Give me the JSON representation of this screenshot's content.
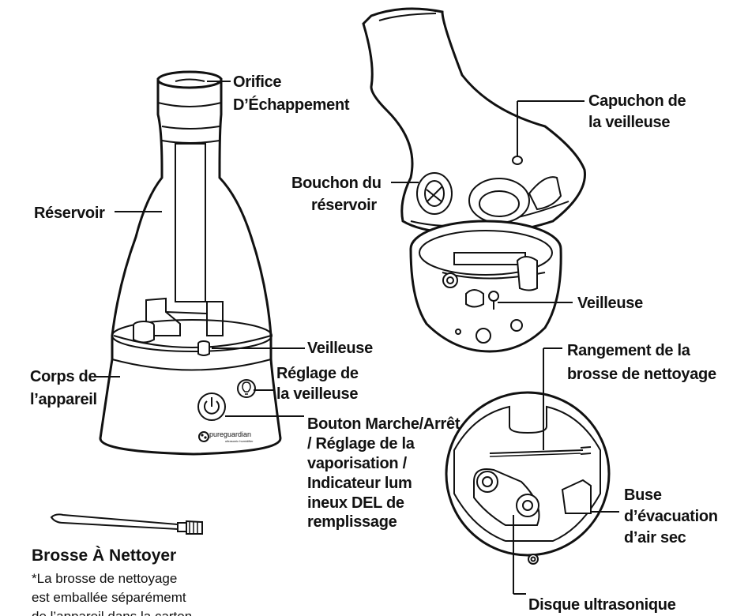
{
  "labels": {
    "orifice_l1": "Orifice",
    "orifice_l2": "D’Échappement",
    "reservoir": "Réservoir",
    "veilleuse_main": "Veilleuse",
    "corps_l1": "Corps de",
    "corps_l2": "l’appareil",
    "reglage_l1": "Réglage de",
    "reglage_l2": "la veilleuse",
    "bouton_lines": [
      "Bouton Marche/Arrêt",
      "/ Réglage de la",
      "vaporisation /",
      "Indicateur lum",
      "ineux DEL de",
      "remplissage"
    ],
    "capuchon_l1": "Capuchon de",
    "capuchon_l2": "la veilleuse",
    "bouchon_l1": "Bouchon du",
    "bouchon_l2": "réservoir",
    "veilleuse_right": "Veilleuse",
    "rangement_l1": "Rangement de la",
    "rangement_l2": "brosse de nettoyage",
    "buse_lines": [
      "Buse",
      "d’évacuation",
      "d’air sec"
    ],
    "disque": "Disque ultrasonique"
  },
  "brush": {
    "title": "Brosse À Nettoyer",
    "note_lines": [
      "*La brosse de nettoyage",
      "est emballée séparémemt",
      "de l’appareil dans la carton"
    ]
  },
  "brand": {
    "logo_text": "pureguardian",
    "logo_subtext": "ultrasonic humidifier"
  },
  "icons": {
    "power": "power-icon",
    "bulb": "light-bulb-icon"
  }
}
